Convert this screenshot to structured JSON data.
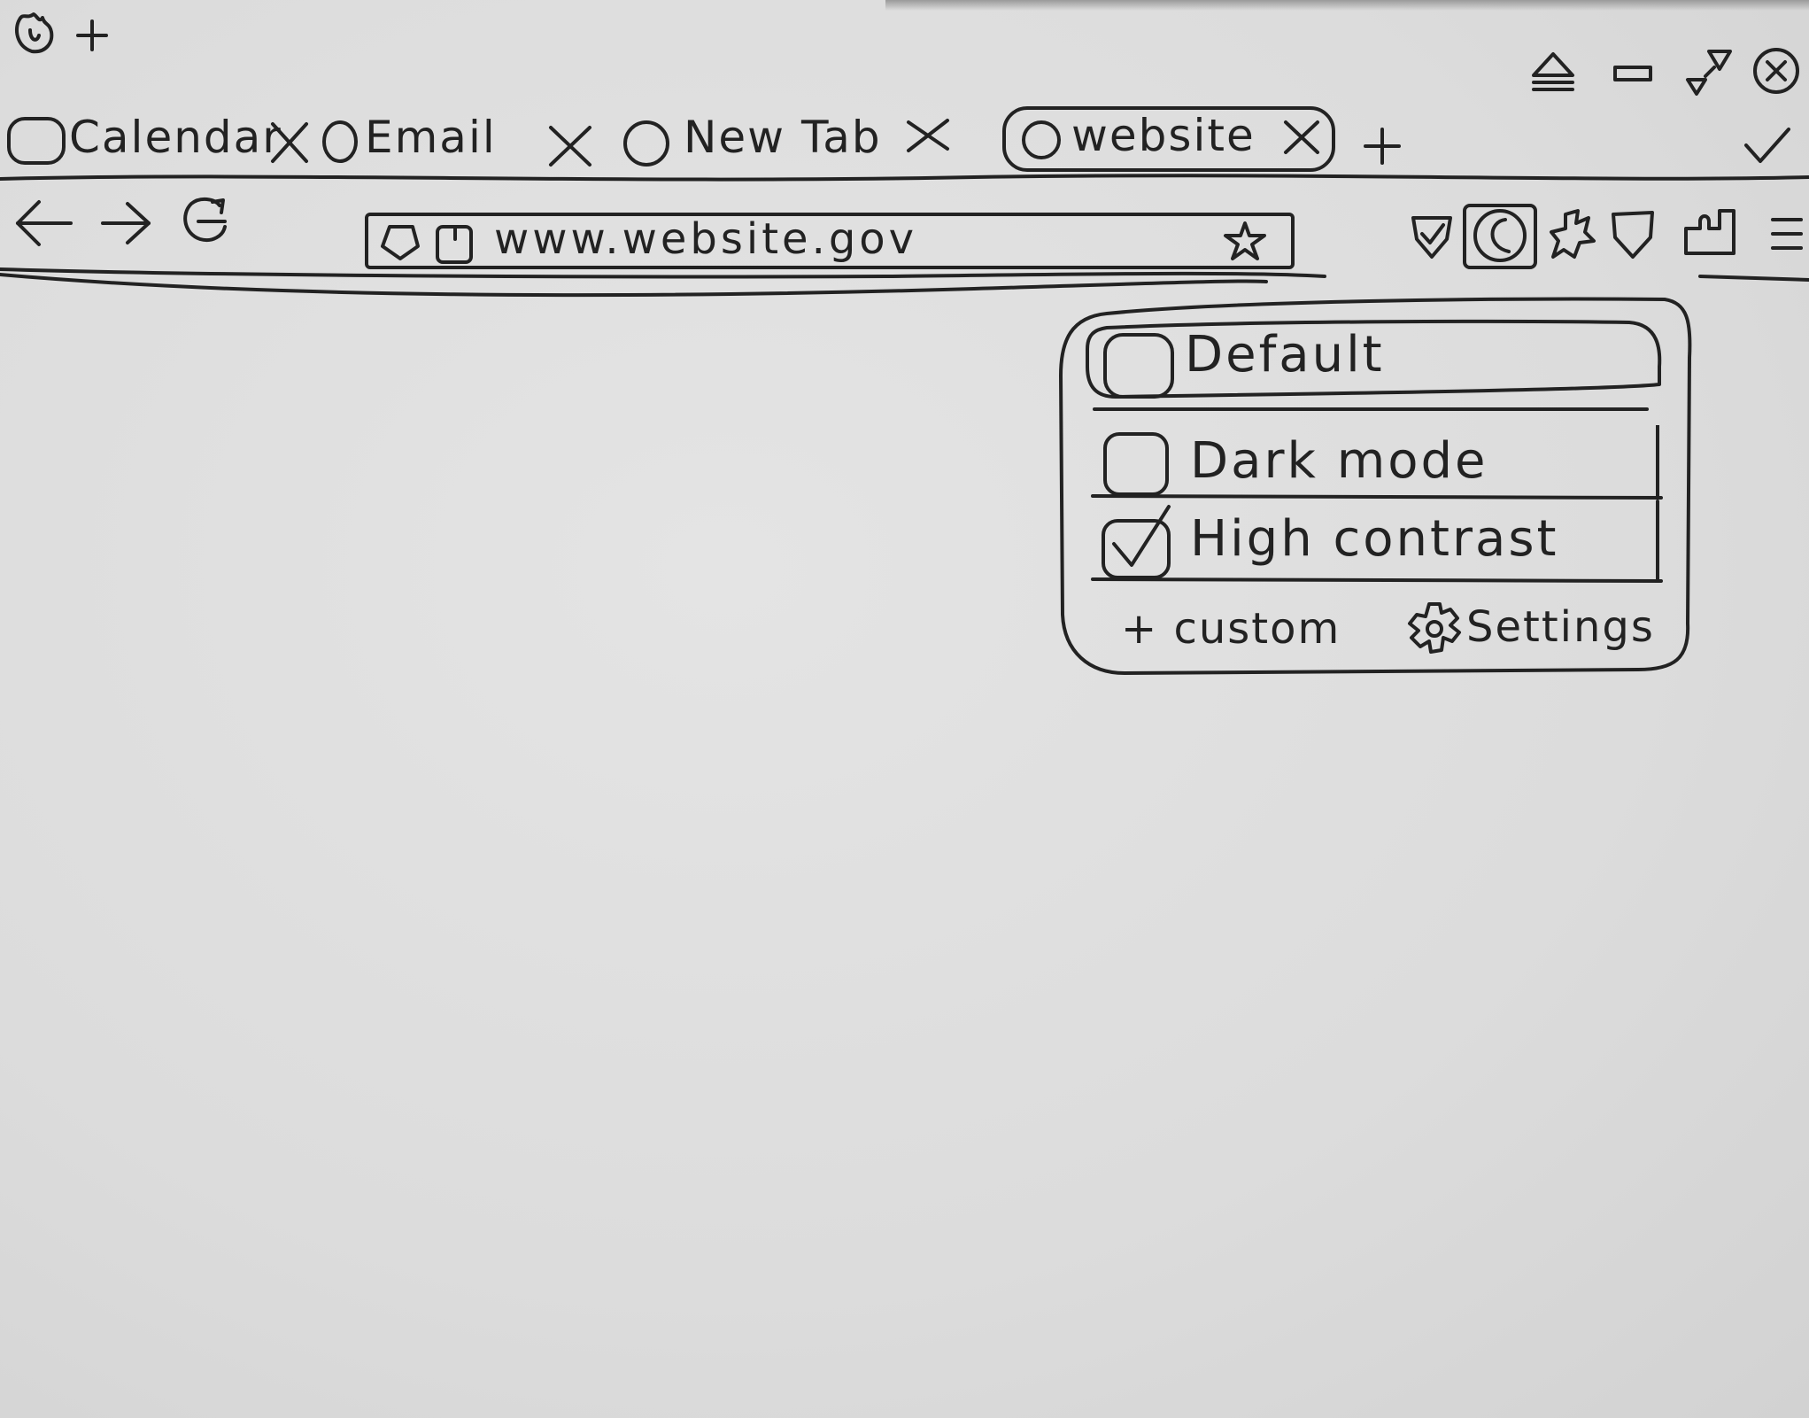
{
  "tabs": [
    {
      "label": "Calendar",
      "active": false,
      "icon": "square-favicon"
    },
    {
      "label": "Email",
      "active": false,
      "icon": "circle-favicon"
    },
    {
      "label": "New Tab",
      "active": false,
      "icon": "circle-favicon"
    },
    {
      "label": "website",
      "active": true,
      "icon": "circle-favicon"
    }
  ],
  "address_bar": {
    "url": "www.website.gov"
  },
  "theme_menu": {
    "options": [
      {
        "label": "Default",
        "checked": false,
        "highlighted": true
      },
      {
        "label": "Dark mode",
        "checked": false,
        "highlighted": false
      },
      {
        "label": "High contrast",
        "checked": true,
        "highlighted": false
      }
    ],
    "custom_label": "+ custom",
    "settings_label": "Settings"
  },
  "icons": {
    "browser_logo": "fire-logo-icon",
    "new_window": "plus-icon",
    "window_controls": [
      "eject-icon",
      "minimize-icon",
      "pin-icon",
      "close-circle-icon"
    ],
    "tab_list": "chevron-down-icon",
    "toolbar_right": [
      "shield-check-icon",
      "theme-moon-icon",
      "puzzle-icon",
      "shield-icon",
      "extensions-icon",
      "menu-icon"
    ]
  }
}
